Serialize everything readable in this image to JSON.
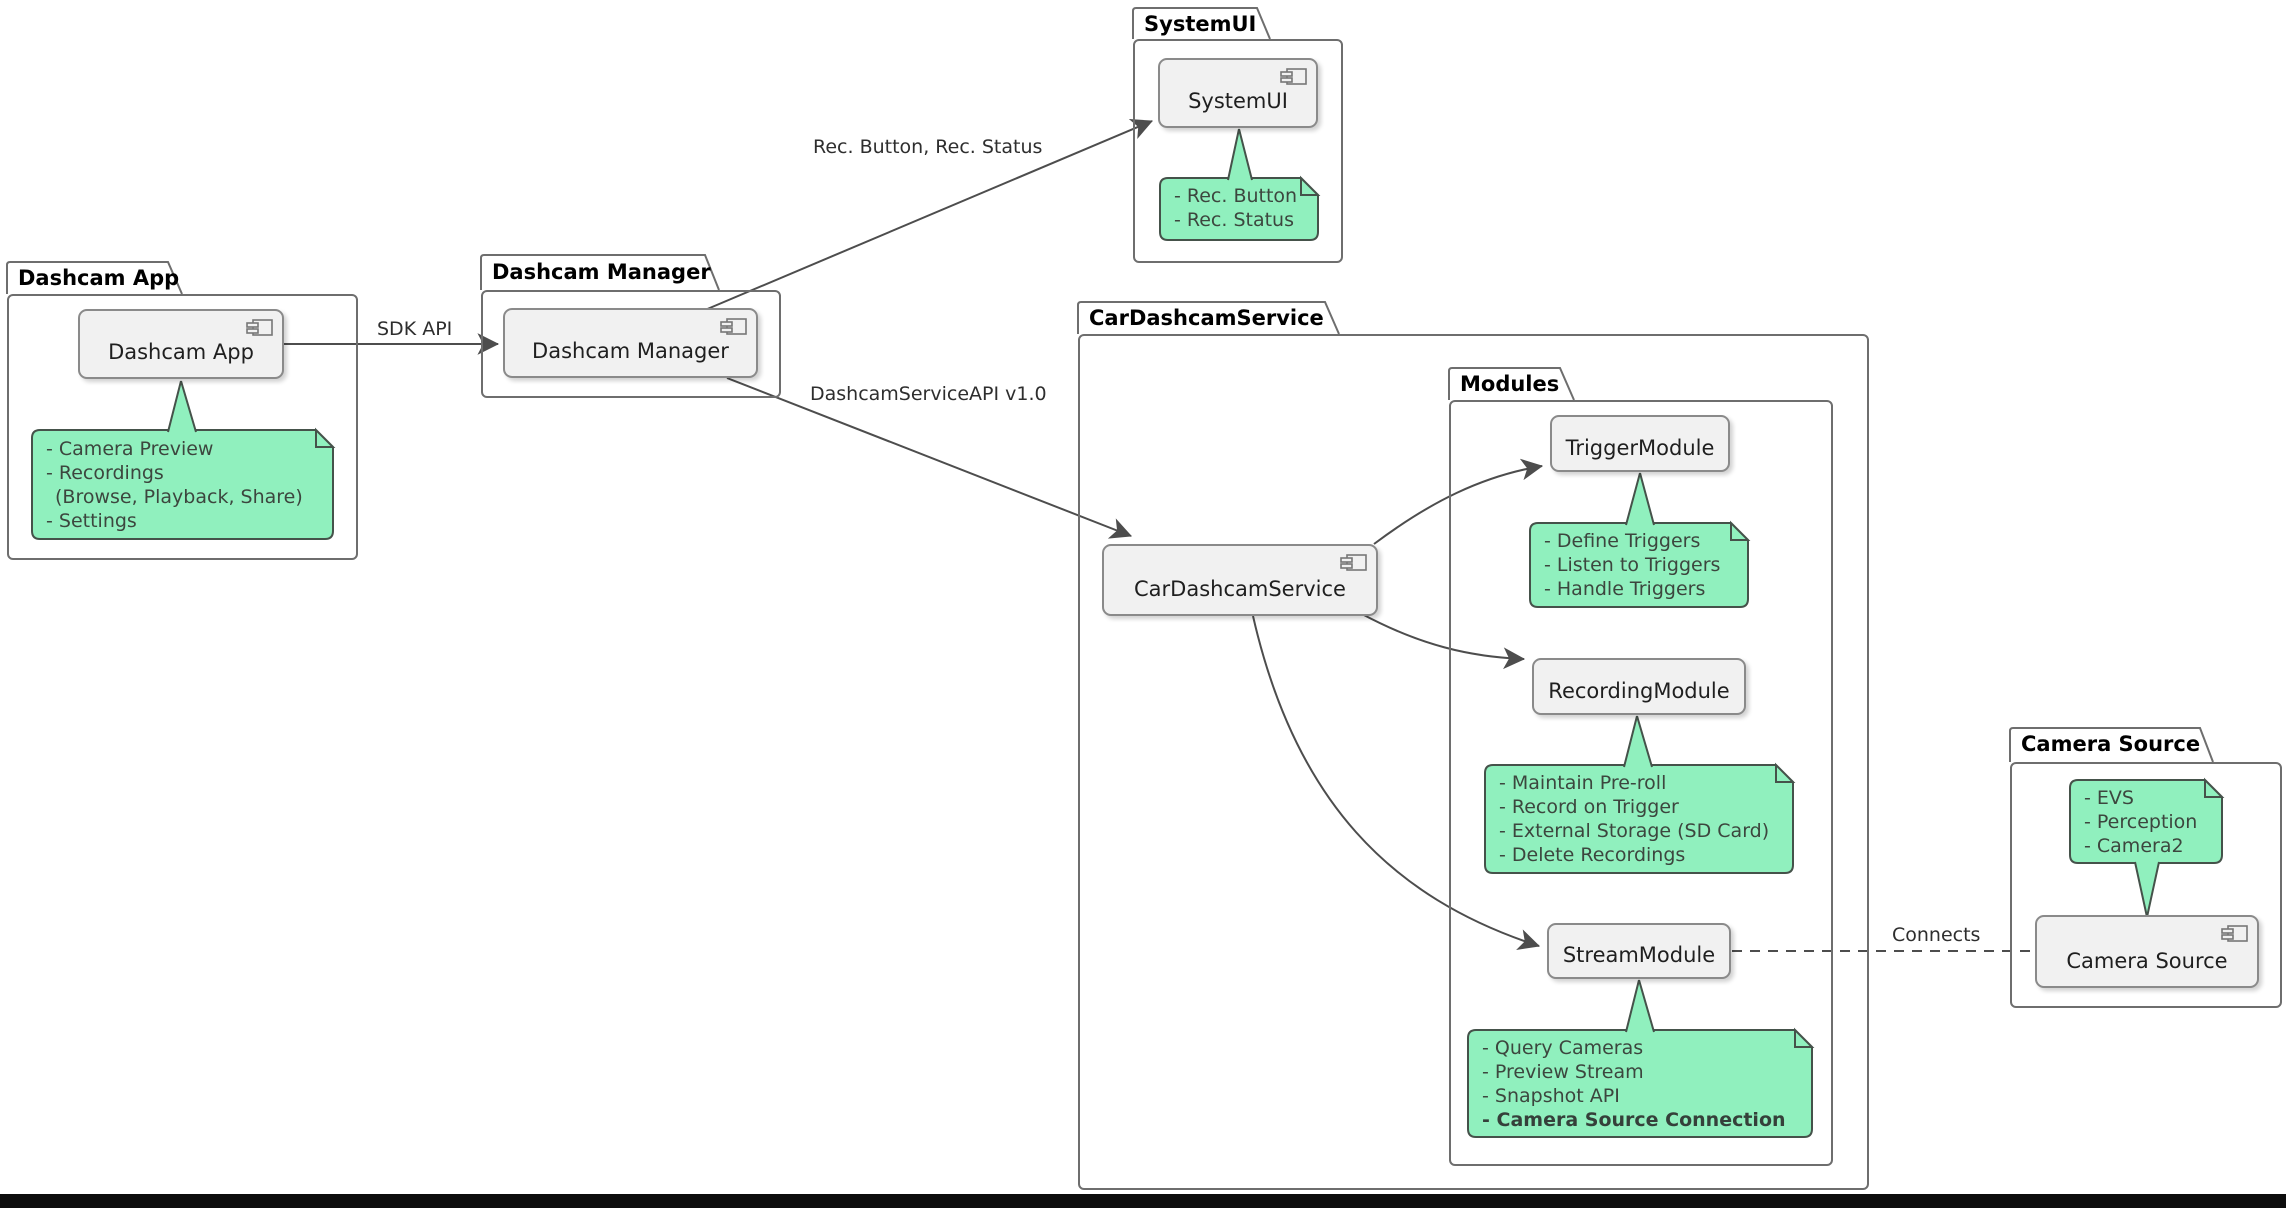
{
  "packages": {
    "dashcam_app": {
      "title": "Dashcam App"
    },
    "dashcam_manager": {
      "title": "Dashcam Manager"
    },
    "systemui": {
      "title": "SystemUI"
    },
    "car_dashcam_service": {
      "title": "CarDashcamService"
    },
    "modules": {
      "title": "Modules"
    },
    "camera_source": {
      "title": "Camera Source"
    }
  },
  "components": {
    "dashcam_app": {
      "label": "Dashcam App"
    },
    "dashcam_manager": {
      "label": "Dashcam Manager"
    },
    "systemui": {
      "label": "SystemUI"
    },
    "car_dashcam_service": {
      "label": "CarDashcamService"
    },
    "trigger_module": {
      "label": "TriggerModule"
    },
    "recording_module": {
      "label": "RecordingModule"
    },
    "stream_module": {
      "label": "StreamModule"
    },
    "camera_source": {
      "label": "Camera Source"
    }
  },
  "notes": {
    "dashcam_app": {
      "lines": [
        "- Camera Preview",
        "- Recordings",
        "(Browse, Playback, Share)",
        "- Settings"
      ]
    },
    "systemui": {
      "lines": [
        "- Rec. Button",
        "- Rec. Status"
      ]
    },
    "trigger_module": {
      "lines": [
        "- Define Triggers",
        "- Listen to Triggers",
        "- Handle Triggers"
      ]
    },
    "recording_module": {
      "lines": [
        "- Maintain Pre-roll",
        "- Record on Trigger",
        "- External Storage (SD Card)",
        "- Delete Recordings"
      ]
    },
    "stream_module": {
      "lines": [
        "- Query Cameras",
        "- Preview Stream",
        "- Snapshot API",
        "- Camera Source Connection"
      ]
    },
    "camera_source": {
      "lines": [
        "- EVS",
        "- Perception",
        "- Camera2"
      ]
    }
  },
  "edge_labels": {
    "sdk_api": "SDK API",
    "rec": "Rec. Button, Rec. Status",
    "service_api": "DashcamServiceAPI v1.0",
    "connects": "Connects"
  },
  "colors": {
    "note_fill": "#90f0be",
    "note_border": "#45524a",
    "component_fill": "#f1f1f1",
    "component_border": "#8a8a8a",
    "package_border": "#6e6e6e",
    "edge": "#4d4d4d",
    "bottom_bar": "#0d0d0d"
  }
}
